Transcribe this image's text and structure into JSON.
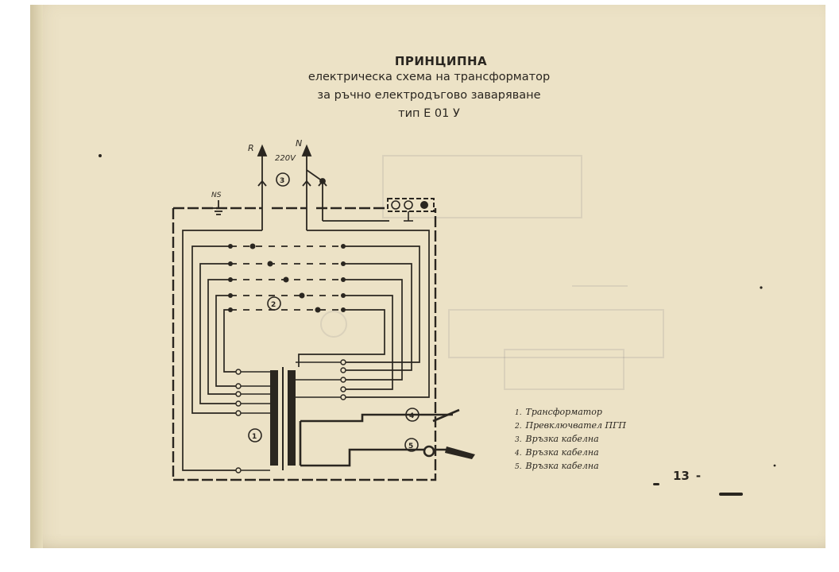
{
  "title": {
    "main": "ПРИНЦИПНА",
    "line1": "електрическа схема на трансформатор",
    "line2": "за ръчно електродъгово заваряване",
    "line3": "тип Е 01 У"
  },
  "schematic": {
    "labels": {
      "phase_r": "R",
      "phase_n": "N",
      "voltage": "220V",
      "ground": "NS"
    },
    "callouts": [
      "1",
      "2",
      "3",
      "4",
      "5"
    ]
  },
  "legend": {
    "items": [
      {
        "num": "1.",
        "text": "Трансформатор"
      },
      {
        "num": "2.",
        "text": "Превключвател ПГП"
      },
      {
        "num": "3.",
        "text": "Връзка кабелна"
      },
      {
        "num": "4.",
        "text": "Връзка кабелна"
      },
      {
        "num": "5.",
        "text": "Връзка кабелна"
      }
    ]
  },
  "page_number": "13",
  "page_number_dash": "-",
  "colors": {
    "paper": "#ece2c6",
    "ink": "#2a2620"
  }
}
